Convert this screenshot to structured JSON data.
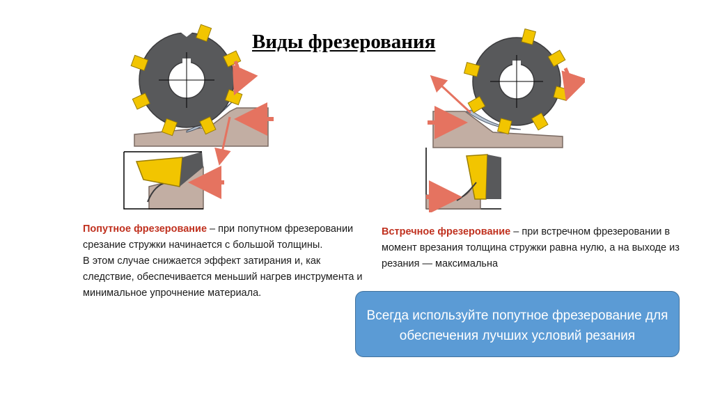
{
  "title": "Виды фрезерования",
  "colors": {
    "cutter": "#58595b",
    "insert": "#f2c500",
    "workpiece": "#c2aea3",
    "arrow": "#e57360",
    "term": "#c0311f",
    "callout_bg": "#5b9bd5",
    "callout_border": "#41719c"
  },
  "climb": {
    "term": "Попутное фрезерование",
    "rest": " – при попутном фрезеровании срезание стружки начинается с большой толщины.",
    "para2": "В этом случае снижается эффект затирания и, как следствие, обеспечивается меньший нагрев инструмента и минимальное упрочнение материала."
  },
  "conventional": {
    "term": "Встречное фрезерование",
    "rest": " – при встречном фрезеровании в момент врезания толщина стружки равна нулю, а на выходе из резания — максимальна"
  },
  "callout": {
    "text": "Всегда используйте попутное фрезерование для обеспечения лучших условий резания"
  }
}
